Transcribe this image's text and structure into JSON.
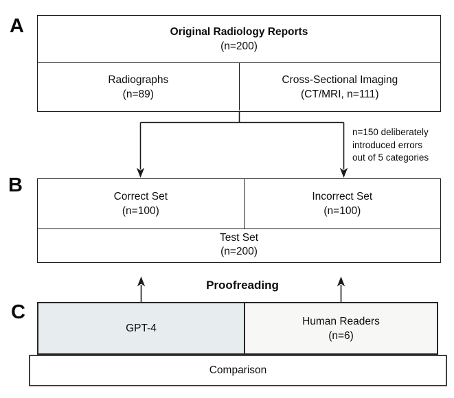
{
  "diagram": {
    "section_a": {
      "label": "A",
      "header": {
        "title": "Original Radiology Reports",
        "subtitle": "(n=200)"
      },
      "cells": [
        {
          "line1": "Radiographs",
          "line2": "(n=89)"
        },
        {
          "line1": "Cross-Sectional Imaging",
          "line2": "(CT/MRI, n=111)"
        }
      ]
    },
    "error_annotation": {
      "line1": "n=150 deliberately",
      "line2": "introduced errors",
      "line3": "out of 5 categories"
    },
    "section_b": {
      "label": "B",
      "cells": [
        {
          "line1": "Correct Set",
          "line2": "(n=100)"
        },
        {
          "line1": "Incorrect Set",
          "line2": "(n=100)"
        }
      ],
      "footer": {
        "line1": "Test Set",
        "line2": "(n=200)"
      }
    },
    "proofreading_label": "Proofreading",
    "section_c": {
      "label": "C",
      "gpt4_cell": {
        "line1": "GPT-4"
      },
      "human_cell": {
        "line1": "Human Readers",
        "line2": "(n=6)"
      },
      "comparison_label": "Comparison"
    }
  },
  "colors": {
    "gpt4_fill": "#e7edef",
    "human_readers_fill": "#f7f7f5",
    "box_border": "#1c1c1c",
    "arrow_color": "#1a1a1a",
    "background": "#ffffff"
  }
}
